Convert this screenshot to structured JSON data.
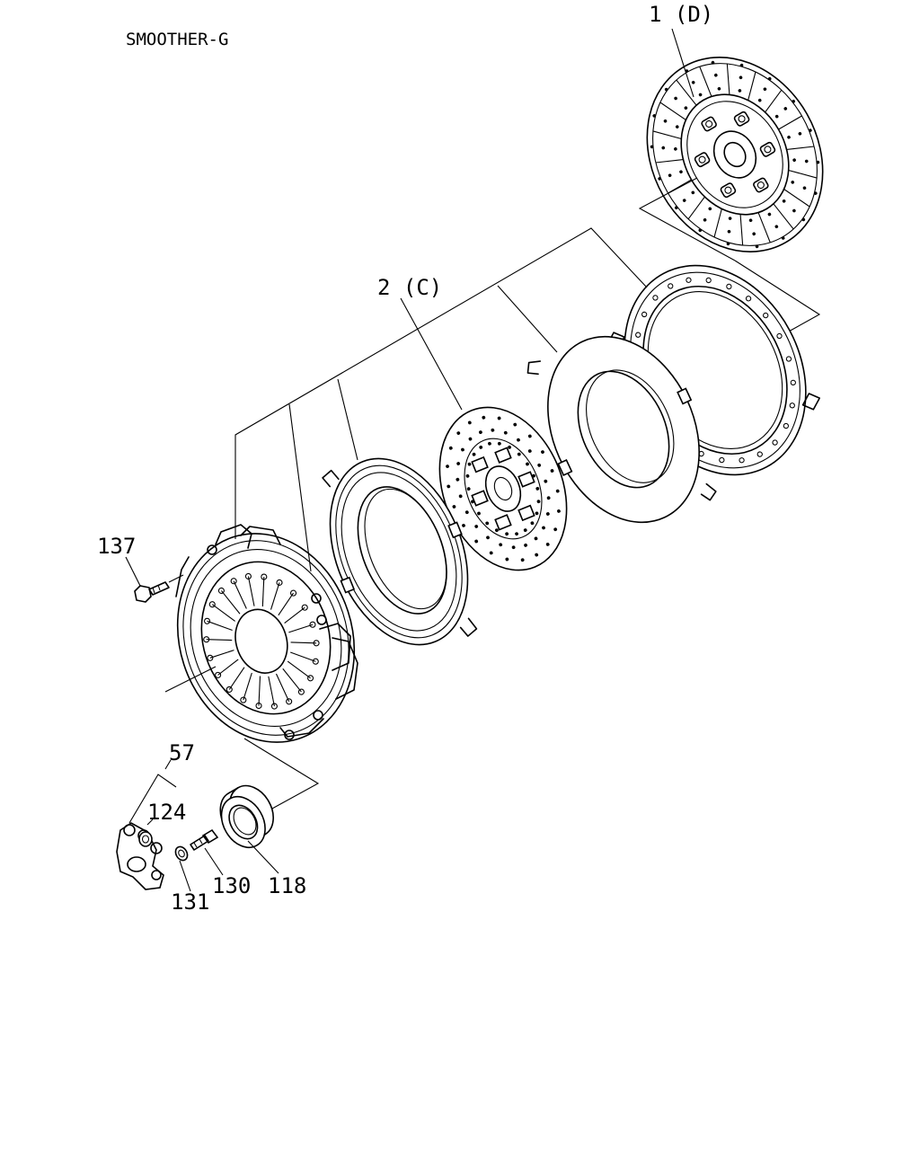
{
  "title": "SMOOTHER-G",
  "callouts": {
    "disc_d": "1 (D)",
    "disc_c": "2 (C)",
    "bolt": "137",
    "fork_assy": "57",
    "bush": "124",
    "bolt_fork": "130",
    "clip": "131",
    "bearing": "118"
  }
}
